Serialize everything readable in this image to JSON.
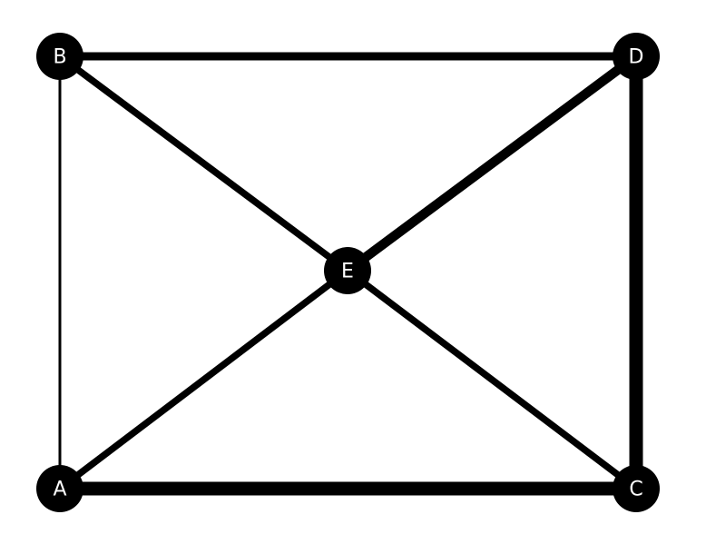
{
  "diagram": {
    "type": "weighted-graph",
    "colors": {
      "background": "#ffffff",
      "node": "#000000",
      "label": "#ffffff",
      "edge": "#000000"
    },
    "nodes": [
      {
        "id": "B",
        "label": "B"
      },
      {
        "id": "D",
        "label": "D"
      },
      {
        "id": "E",
        "label": "E"
      },
      {
        "id": "A",
        "label": "A"
      },
      {
        "id": "C",
        "label": "C"
      }
    ],
    "edges": [
      {
        "id": "B-D",
        "from": "B",
        "to": "D",
        "weight": 3
      },
      {
        "id": "B-A",
        "from": "B",
        "to": "A",
        "weight": 1
      },
      {
        "id": "B-E",
        "from": "B",
        "to": "E",
        "weight": 2.5
      },
      {
        "id": "D-E",
        "from": "D",
        "to": "E",
        "weight": 3.5
      },
      {
        "id": "D-C",
        "from": "D",
        "to": "C",
        "weight": 5
      },
      {
        "id": "A-E",
        "from": "A",
        "to": "E",
        "weight": 2.5
      },
      {
        "id": "E-C",
        "from": "E",
        "to": "C",
        "weight": 2.5
      },
      {
        "id": "A-C",
        "from": "A",
        "to": "C",
        "weight": 5
      }
    ]
  }
}
